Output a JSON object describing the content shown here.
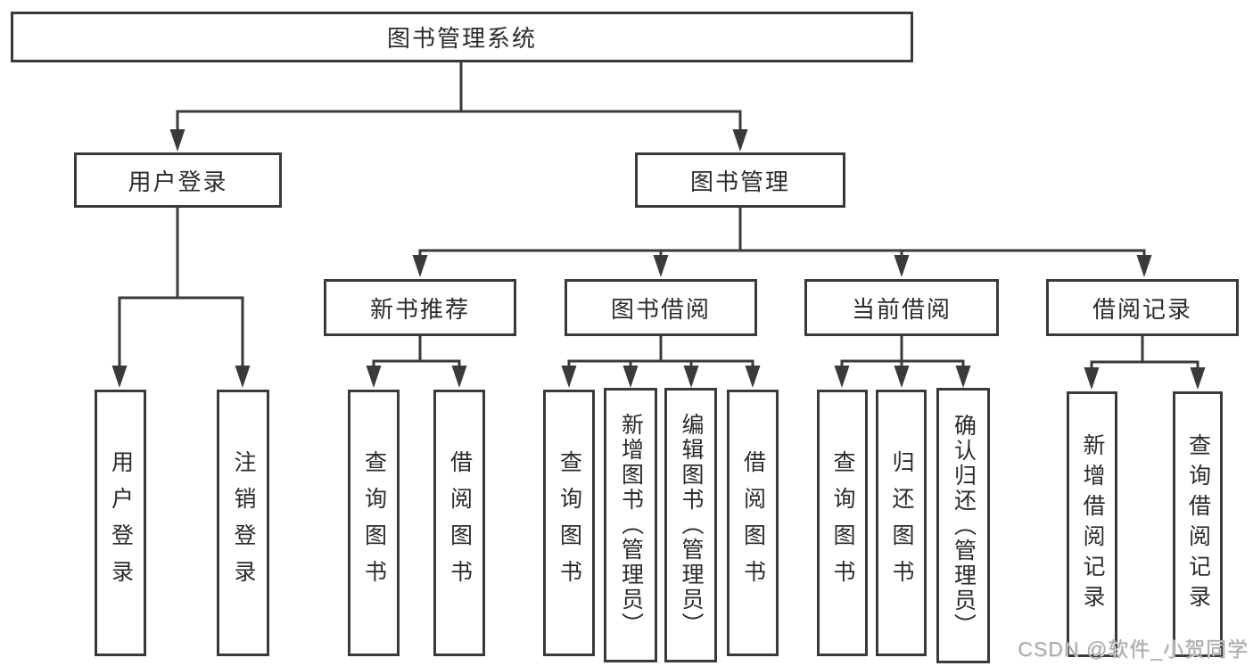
{
  "title": "图书管理系统",
  "watermark": "CSDN @软件_小贺同学",
  "colors": {
    "line": "#3a3a3a",
    "box_border": "#3a3a3a",
    "text": "#2b2b2b",
    "background": "#ffffff",
    "watermark": "#ababab"
  },
  "tree": {
    "root": {
      "label": "图书管理系统",
      "children": [
        {
          "label": "用户登录",
          "children": [
            {
              "label": "用户登录"
            },
            {
              "label": "注销登录"
            }
          ]
        },
        {
          "label": "图书管理",
          "children": [
            {
              "label": "新书推荐",
              "children": [
                {
                  "label": "查询图书"
                },
                {
                  "label": "借阅图书"
                }
              ]
            },
            {
              "label": "图书借阅",
              "children": [
                {
                  "label": "查询图书"
                },
                {
                  "label": "新增图书（管理员）"
                },
                {
                  "label": "编辑图书（管理员）"
                },
                {
                  "label": "借阅图书"
                }
              ]
            },
            {
              "label": "当前借阅",
              "children": [
                {
                  "label": "查询图书"
                },
                {
                  "label": "归还图书"
                },
                {
                  "label": "确认归还（管理员）"
                }
              ]
            },
            {
              "label": "借阅记录",
              "children": [
                {
                  "label": "新增借阅记录"
                },
                {
                  "label": "查询借阅记录"
                }
              ]
            }
          ]
        }
      ]
    }
  }
}
